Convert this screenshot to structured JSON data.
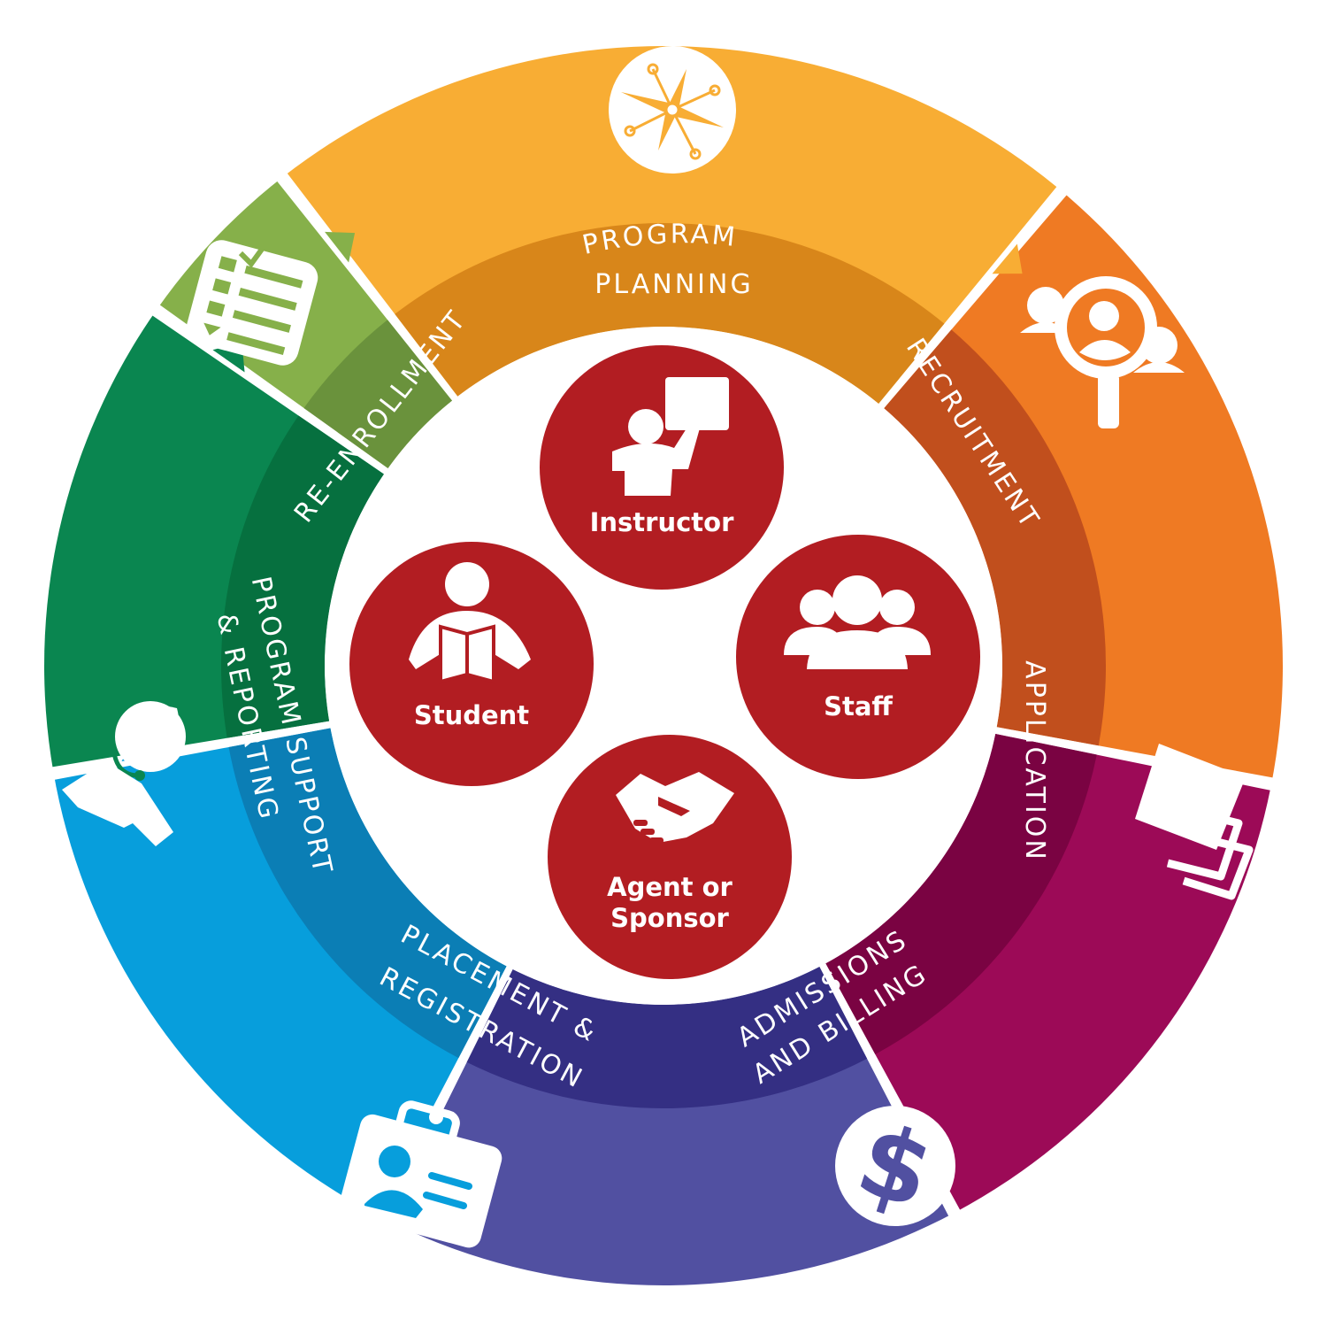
{
  "title": "",
  "segments": [
    {
      "id": "program-planning",
      "lines": [
        "PROGRAM",
        "PLANNING"
      ],
      "icon": "compass-icon",
      "color": "#f8ad34",
      "band": "#d8861a"
    },
    {
      "id": "recruitment",
      "lines": [
        "RECRUITMENT"
      ],
      "icon": "magnifier-people-icon",
      "color": "#ef7a23",
      "band": "#c14f1d"
    },
    {
      "id": "application",
      "lines": [
        "APPLICATION"
      ],
      "icon": "papers-stack-icon",
      "color": "#9c0a57",
      "band": "#7a0342"
    },
    {
      "id": "admissions-billing",
      "lines": [
        "ADMISSIONS",
        "AND BILLING"
      ],
      "icon": "dollar-icon",
      "color": "#5150a1",
      "band": "#342f83"
    },
    {
      "id": "placement-registration",
      "lines": [
        "PLACEMENT &",
        "REGISTRATION"
      ],
      "icon": "id-badge-icon",
      "color": "#079edc",
      "band": "#0b7eb5"
    },
    {
      "id": "program-support-reporting",
      "lines": [
        "PROGRAM SUPPORT",
        "& REPORTING"
      ],
      "icon": "headset-agent-icon",
      "color": "#0a8650",
      "band": "#06703f"
    },
    {
      "id": "re-enrollment",
      "lines": [
        "RE-ENROLLMENT"
      ],
      "icon": "checklist-icon",
      "color": "#86b04a",
      "band": "#6a923c"
    }
  ],
  "roles": [
    {
      "id": "instructor",
      "lines": [
        "Instructor"
      ],
      "icon": "teacher-board-icon"
    },
    {
      "id": "staff",
      "lines": [
        "Staff"
      ],
      "icon": "group-icon"
    },
    {
      "id": "student",
      "lines": [
        "Student"
      ],
      "icon": "reader-icon"
    },
    {
      "id": "agent-sponsor",
      "lines": [
        "Agent or",
        "Sponsor"
      ],
      "icon": "handshake-icon"
    }
  ],
  "role_color": "#b21d22"
}
